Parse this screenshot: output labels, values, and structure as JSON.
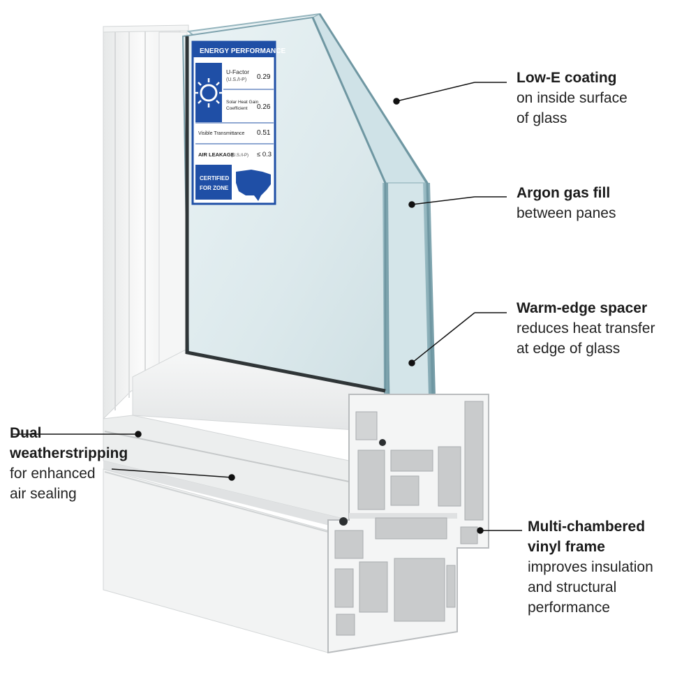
{
  "label": {
    "title": "ENERGY PERFORMANCE",
    "rows": [
      {
        "name": "U-Factor",
        "sub": "(U.S./I-P)",
        "value": "0.29"
      },
      {
        "name": "Solar Heat Gain",
        "sub": "Coefficient",
        "value": "0.26"
      },
      {
        "name": "Visible Transmittance",
        "sub": "",
        "value": "0.51"
      },
      {
        "name": "AIR LEAKAGE",
        "sub": "(U.S./I-P)",
        "value": "≤ 0.3"
      }
    ],
    "certified_line1": "CERTIFIED",
    "certified_line2": "FOR ZONE"
  },
  "callouts": {
    "lowe": {
      "title": "Low-E coating",
      "desc1": "on inside surface",
      "desc2": "of glass"
    },
    "argon": {
      "title": "Argon gas fill",
      "desc1": "between panes"
    },
    "spacer": {
      "title": "Warm-edge spacer",
      "desc1": "reduces heat transfer",
      "desc2": "at edge of glass"
    },
    "weather": {
      "title1": "Dual",
      "title2": "weatherstripping",
      "desc1": "for enhanced",
      "desc2": "air sealing"
    },
    "frame": {
      "title1": "Multi-chambered",
      "title2": "vinyl frame",
      "desc1": "improves insulation",
      "desc2": "and structural",
      "desc3": "performance"
    }
  },
  "colors": {
    "label_blue": "#1f4fa6",
    "glass": "#d7e6ea",
    "glass_edge": "#7fa3ae",
    "vinyl": "#f1f2f2",
    "vinyl_shadow": "#c9cbcc",
    "spacer": "#c08a45"
  }
}
